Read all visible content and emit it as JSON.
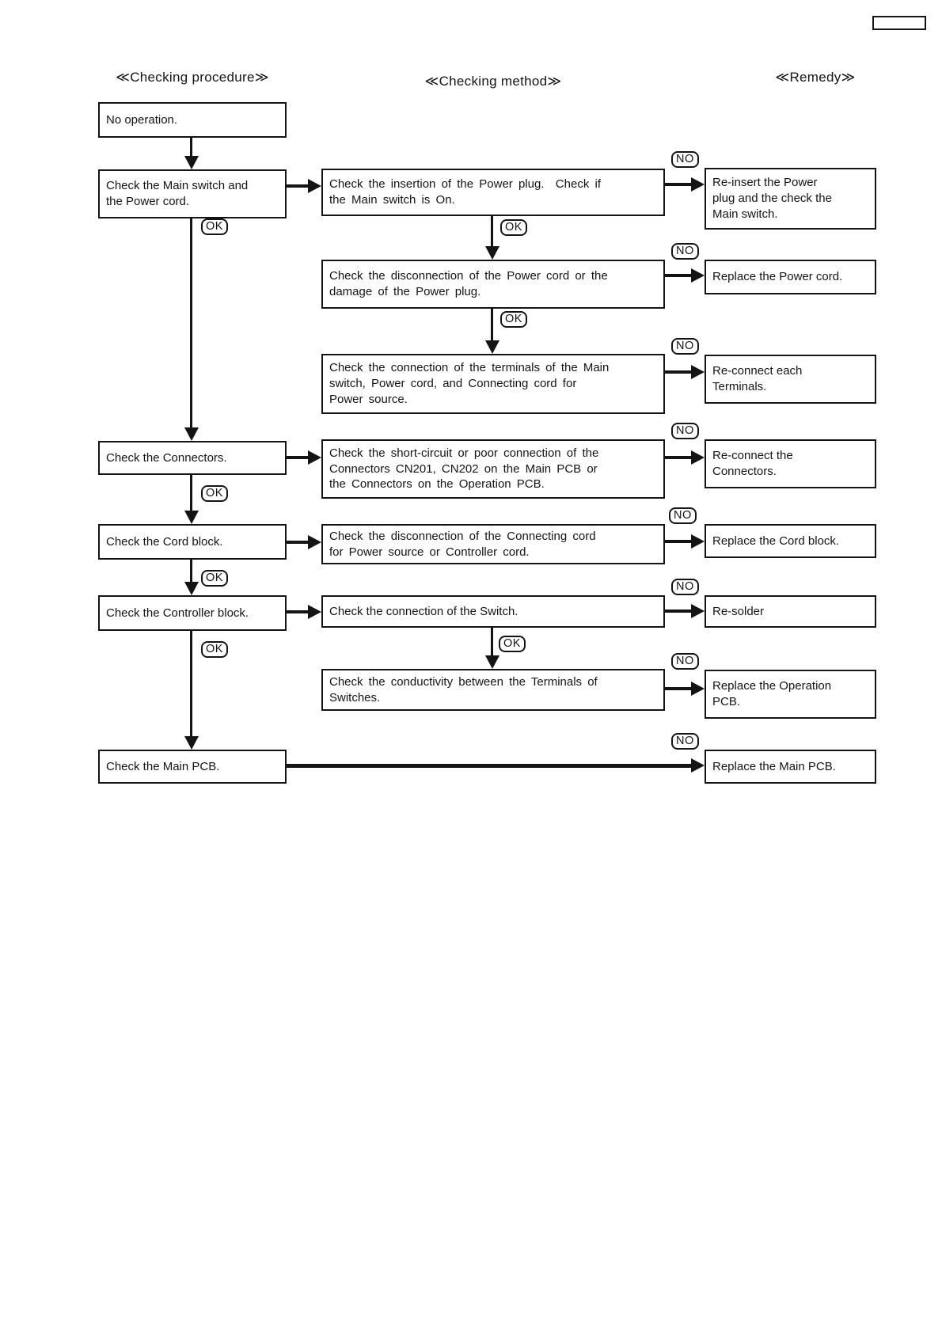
{
  "headers": {
    "procedure": "≪Checking procedure≫",
    "method": "≪Checking method≫",
    "remedy": "≪Remedy≫"
  },
  "labels": {
    "ok": "OK",
    "no": "NO"
  },
  "procedure_boxes": [
    {
      "text": "No operation."
    },
    {
      "text": "Check the Main switch and\nthe Power cord."
    },
    {
      "text": "Check the Connectors."
    },
    {
      "text": "Check the Cord block."
    },
    {
      "text": "Check the Controller block."
    },
    {
      "text": "Check the Main PCB."
    }
  ],
  "method_boxes": [
    {
      "text": "Check the insertion of the Power plug.  Check if\nthe Main switch is On."
    },
    {
      "text": "Check the disconnection of the Power cord or the\ndamage of the Power plug."
    },
    {
      "text": "Check the connection of the terminals of the Main\nswitch, Power cord, and Connecting cord for\nPower source."
    },
    {
      "text": "Check the short-circuit or poor connection of the\nConnectors CN201, CN202 on the Main PCB or\nthe Connectors on the Operation PCB."
    },
    {
      "text": "Check the disconnection of the Connecting cord\nfor Power source or Controller cord."
    },
    {
      "text": "Check the connection of the Switch."
    },
    {
      "text": "Check the conductivity between the Terminals of\nSwitches."
    }
  ],
  "remedy_boxes": [
    {
      "text": "Re-insert the Power\nplug and the check the\nMain switch."
    },
    {
      "text": "Replace the Power cord."
    },
    {
      "text": "Re-connect each\nTerminals."
    },
    {
      "text": "Re-connect the\nConnectors."
    },
    {
      "text": "Replace the Cord block."
    },
    {
      "text": "Re-solder"
    },
    {
      "text": "Replace the Operation\nPCB."
    },
    {
      "text": "Replace the Main PCB."
    }
  ]
}
